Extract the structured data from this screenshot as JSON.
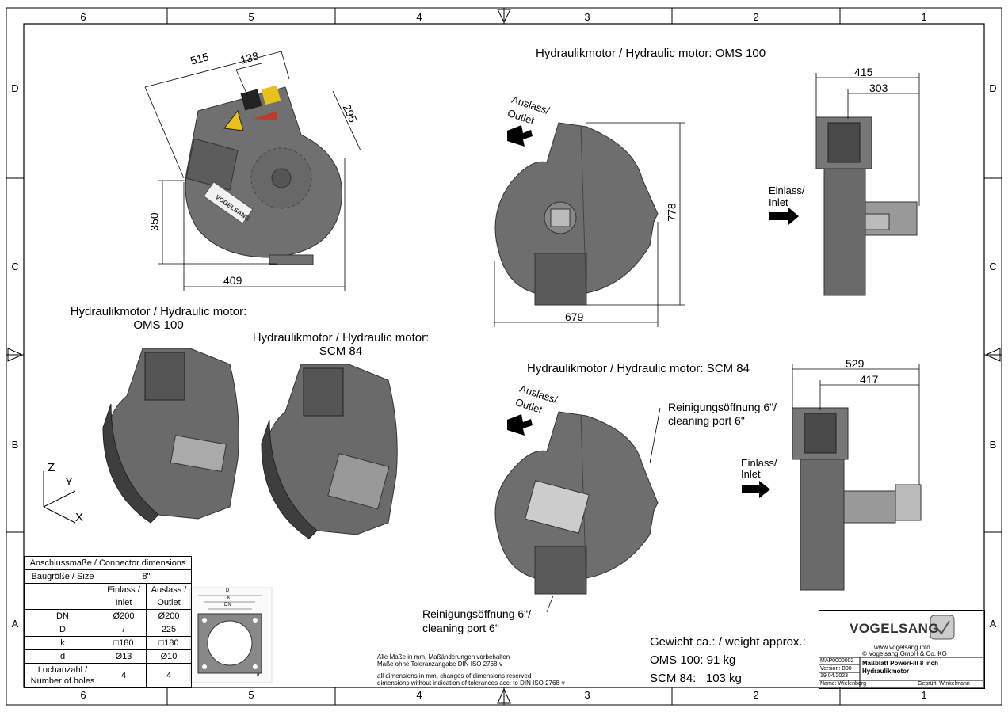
{
  "zones": {
    "cols": [
      "6",
      "5",
      "4",
      "3",
      "2",
      "1"
    ],
    "rows": [
      "D",
      "C",
      "B",
      "A"
    ]
  },
  "titles": {
    "oms_top": "Hydraulikmotor / Hydraulic motor: OMS 100",
    "scm_mid": "Hydraulikmotor / Hydraulic motor: SCM 84",
    "iso_oms_1": "Hydraulikmotor / Hydraulic motor:",
    "iso_oms_2": "OMS 100",
    "iso_scm_1": "Hydraulikmotor / Hydraulic motor:",
    "iso_scm_2": "SCM 84"
  },
  "dims": {
    "d515": "515",
    "d138": "138",
    "d295": "295",
    "d350": "350",
    "d409": "409",
    "d778": "778",
    "d679": "679",
    "d415": "415",
    "d303": "303",
    "d529": "529",
    "d417": "417"
  },
  "labels": {
    "outlet_top_1": "Auslass/",
    "outlet_top_2": "Outlet",
    "inlet_top_1": "Einlass/",
    "inlet_top_2": "Inlet",
    "outlet_mid_1": "Auslass/",
    "outlet_mid_2": "Outlet",
    "inlet_mid_1": "Einlass/",
    "inlet_mid_2": "Inlet",
    "clean_r_1": "Reinigungsöffnung 6\"/",
    "clean_r_2": "cleaning port 6\"",
    "clean_l_1": "Reinigungsöffnung 6\"/",
    "clean_l_2": "cleaning port 6\"",
    "axis_z": "Z",
    "axis_y": "Y",
    "axis_x": "X",
    "flange_D": "D",
    "flange_k": "k",
    "flange_DN": "DN",
    "flange_d": "d"
  },
  "table": {
    "title": "Anschlussmaße / Connector dimensions",
    "size_label": "Baugröße / Size",
    "size_value": "8\"",
    "col_inlet_1": "Einlass /",
    "col_inlet_2": "Inlet",
    "col_outlet_1": "Auslass /",
    "col_outlet_2": "Outlet",
    "rows": [
      {
        "name": "DN",
        "inlet": "Ø200",
        "outlet": "Ø200"
      },
      {
        "name": "D",
        "inlet": "/",
        "outlet": "225"
      },
      {
        "name": "k",
        "inlet": "□180",
        "outlet": "□180"
      },
      {
        "name": "d",
        "inlet": "Ø13",
        "outlet": "Ø10"
      }
    ],
    "holes_1": "Lochanzahl /",
    "holes_2": "Number of holes",
    "holes_inlet": "4",
    "holes_outlet": "4"
  },
  "notes": {
    "de_1": "Alle Maße in mm, Maßänderungen vorbehalten",
    "de_2": "Maße ohne Toleranzangabe DIN ISO 2768-v",
    "en_1": "all dimensions in mm, changes of dimensions reserved",
    "en_2": "dimensions without indication of tolerances acc. to DIN ISO 2768-v"
  },
  "weight": {
    "title": "Gewicht ca.: / weight approx.:",
    "oms": "OMS 100: 91 kg",
    "scm": "SCM 84:   103 kg"
  },
  "titleblock": {
    "brand": "VOGELSANG",
    "url": "www.vogelsang.info",
    "copyright": "© Vogelsang GmbH & Co. KG",
    "doc_no": "MAP0000002",
    "version": "Version: B00",
    "date": "19.04.2023",
    "name": "Name: Wielenberg",
    "sheet_title_1": "Maßblatt PowerFill 8 inch",
    "sheet_title_2": "Hydraulikmotor",
    "checked": "Geprüft: Winkelmann",
    "label_text": "VOGELSANG"
  },
  "colors": {
    "body": "#6e6e6e",
    "dark": "#4a4a4a",
    "line": "#000000",
    "warn": "#e8c21a",
    "red": "#c0392b"
  }
}
